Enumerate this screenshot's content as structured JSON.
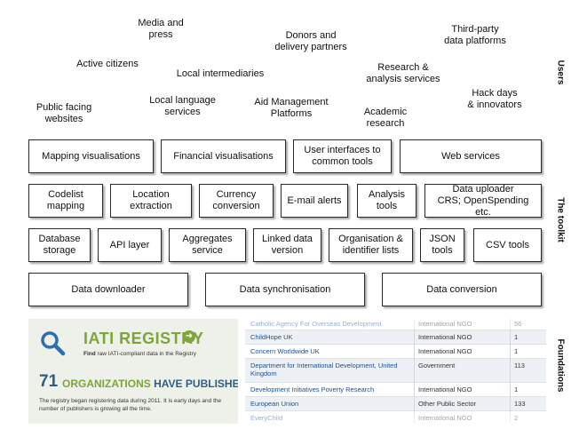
{
  "users": {
    "media_press": "Media and\npress",
    "donors": "Donors and\ndelivery partners",
    "third_party": "Third-party\ndata platforms",
    "active_citizens": "Active citizens",
    "local_intermediaries": "Local intermediaries",
    "research_analysis": "Research &\nanalysis services",
    "public_websites": "Public facing\nwebsites",
    "local_language": "Local language\nservices",
    "aid_management": "Aid Management\nPlatforms",
    "academic": "Academic\nresearch",
    "hack_days": "Hack days\n& innovators"
  },
  "side_labels": {
    "users": "Users",
    "toolkit": "The toolkit",
    "foundations": "Foundations"
  },
  "toolkit": {
    "row1": [
      "Mapping visualisations",
      "Financial visualisations",
      "User interfaces to\ncommon tools",
      "Web services"
    ],
    "row2": [
      "Codelist\nmapping",
      "Location\nextraction",
      "Currency\nconversion",
      "E-mail alerts",
      "Analysis\ntools",
      "Data uploader\nCRS; OpenSpending etc."
    ],
    "row3": [
      "Database\nstorage",
      "API layer",
      "Aggregates\nservice",
      "Linked data\nversion",
      "Organisation &\nidentifier lists",
      "JSON\ntools",
      "CSV tools"
    ],
    "row4": [
      "Data downloader",
      "Data synchronisation",
      "Data conversion"
    ]
  },
  "registry": {
    "title": "IATI REGISTRY",
    "arrow": "➜",
    "find_bold": "Find",
    "find_rest": " raw IATI-compliant data in the Registry",
    "count": "71",
    "count_highlight": "ORGANIZATIONS",
    "count_rest": " HAVE PUBLISHED SO FAR",
    "description": "The registry began registering data during 2011. It is early days and the number of publishers is growing all the time."
  },
  "publishers": [
    {
      "name": "Catholic Agency For Overseas Development",
      "type": "International NGO",
      "count": "56"
    },
    {
      "name": "ChildHope UK",
      "type": "International NGO",
      "count": "1"
    },
    {
      "name": "Concern Worldwide UK",
      "type": "International NGO",
      "count": "1"
    },
    {
      "name": "Department for International Development, United Kingdom",
      "type": "Government",
      "count": "113"
    },
    {
      "name": "Development Initiatives Poverty Research",
      "type": "International NGO",
      "count": "1"
    },
    {
      "name": "European Union",
      "type": "Other Public Sector",
      "count": "133"
    },
    {
      "name": "EveryChild",
      "type": "International NGO",
      "count": "2"
    }
  ],
  "colors": {
    "registry_green": "#7ea43b",
    "registry_blue": "#2c5f86",
    "link_blue": "#1e4f91"
  }
}
